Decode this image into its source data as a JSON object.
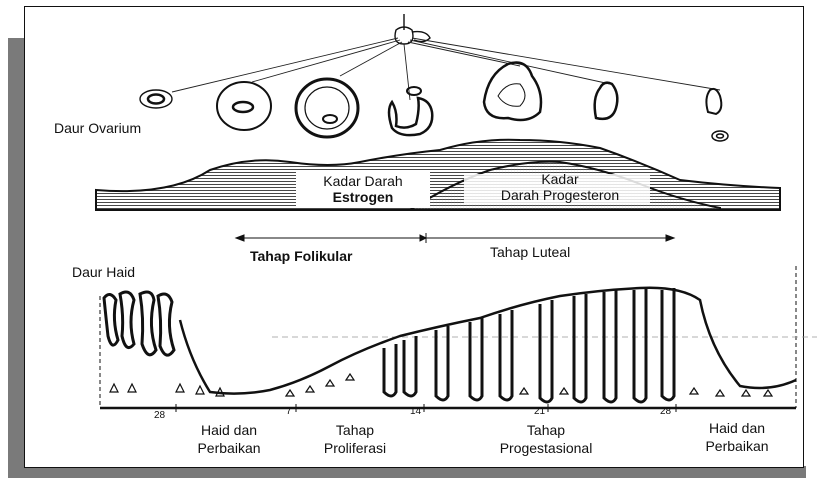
{
  "ovarian": {
    "label": "Daur Ovarium"
  },
  "hormones": {
    "estrogen_line1": "Kadar Darah",
    "estrogen_line2": "Estrogen",
    "progesteron_line1": "Kadar",
    "progesteron_line2": "Darah Progesteron"
  },
  "phases": {
    "follicular": "Tahap Folikular",
    "luteal": "Tahap Luteal"
  },
  "menstrual": {
    "label": "Daur Haid"
  },
  "days": [
    "28",
    "7",
    "14",
    "21",
    "28"
  ],
  "stages": [
    {
      "line1": "Haid dan",
      "line2": "Perbaikan"
    },
    {
      "line1": "Tahap",
      "line2": "Proliferasi"
    },
    {
      "line1": "Tahap",
      "line2": "Progestasional"
    },
    {
      "line1": "Haid dan",
      "line2": "Perbaikan"
    }
  ]
}
